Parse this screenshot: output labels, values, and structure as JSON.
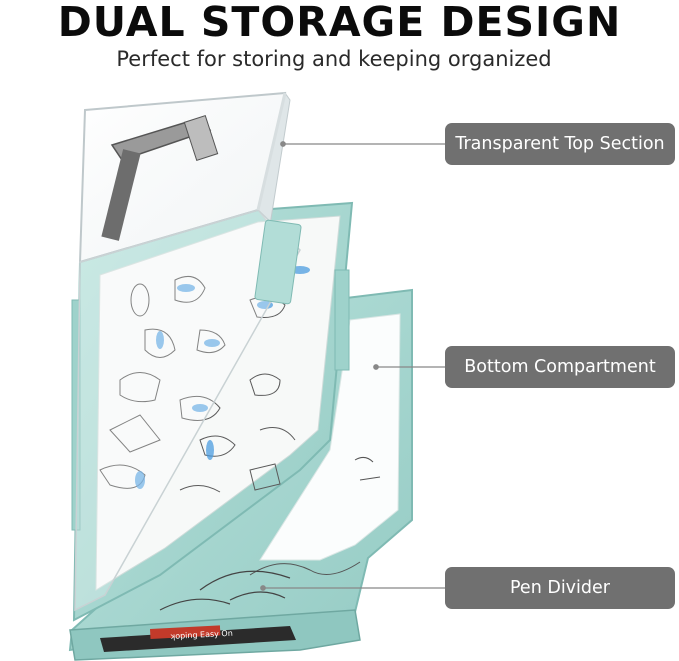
{
  "header": {
    "title": "DUAL STORAGE DESIGN",
    "subtitle": "Perfect for storing and keeping organized"
  },
  "callouts": {
    "top": "Transparent Top Section",
    "bottom": "Bottom Compartment",
    "pen": "Pen Divider"
  },
  "product": {
    "pen_brand_text": "ʞoping Easy On",
    "colors": {
      "case": "#a9d8d2",
      "case_dark": "#7fbab3",
      "callout": "#707070",
      "clip": "#7a7a7a"
    }
  }
}
